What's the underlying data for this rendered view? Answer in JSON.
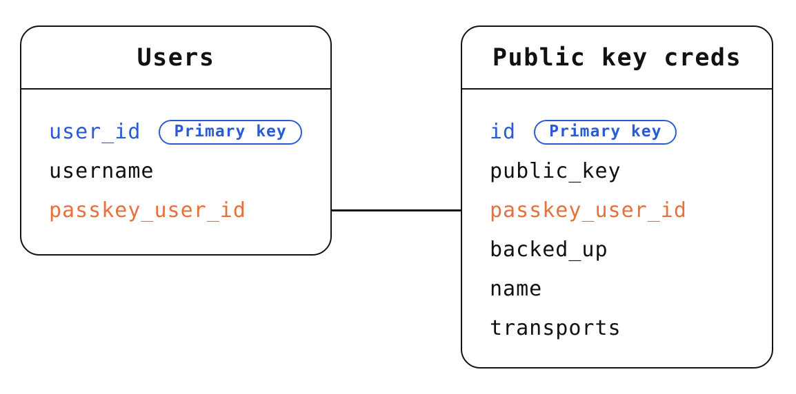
{
  "tables": [
    {
      "title": "Users",
      "fields": [
        {
          "name": "user_id",
          "role": "primary-key",
          "badge": "Primary key"
        },
        {
          "name": "username",
          "role": "regular"
        },
        {
          "name": "passkey_user_id",
          "role": "foreign-key"
        }
      ]
    },
    {
      "title": "Public key creds",
      "fields": [
        {
          "name": "id",
          "role": "primary-key",
          "badge": "Primary key"
        },
        {
          "name": "public_key",
          "role": "regular"
        },
        {
          "name": "passkey_user_id",
          "role": "foreign-key"
        },
        {
          "name": "backed_up",
          "role": "regular"
        },
        {
          "name": "name",
          "role": "regular"
        },
        {
          "name": "transports",
          "role": "regular"
        }
      ]
    }
  ],
  "relationship": {
    "from_table": "Users",
    "from_field": "passkey_user_id",
    "to_table": "Public key creds",
    "to_field": "passkey_user_id"
  },
  "colors": {
    "primary_key": "#2a5bd6",
    "foreign_key": "#e8703a",
    "outline": "#111111",
    "background": "#ffffff"
  }
}
